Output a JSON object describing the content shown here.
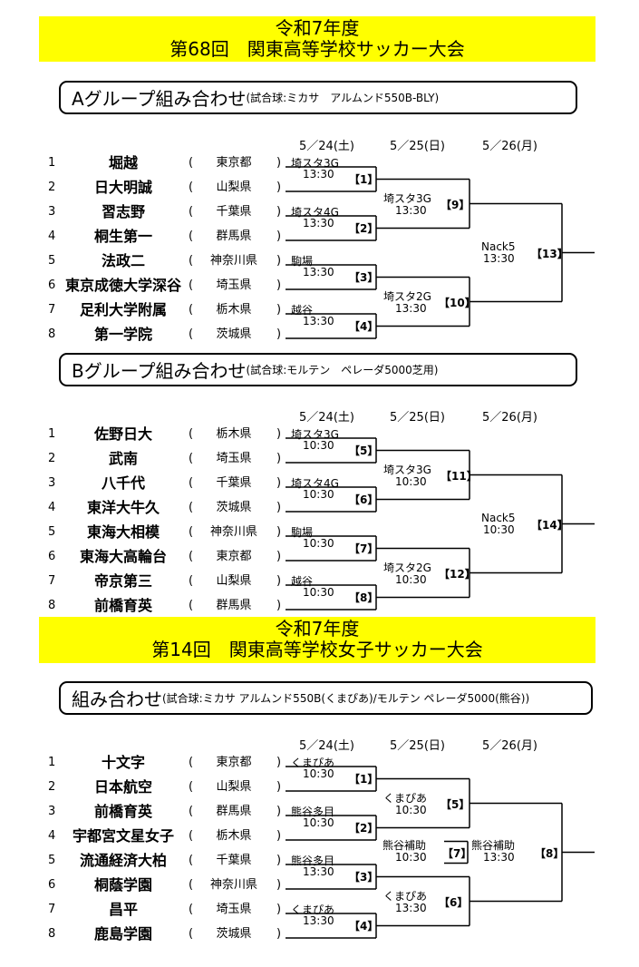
{
  "sections": [
    {
      "banner_line1": "令和7年度",
      "banner_line2": "第68回　関東高等学校サッカー大会",
      "groups": [
        {
          "title_big": "Aグループ組み合わせ",
          "title_small": "(試合球:ミカサ　アルムンド550B-BLY)",
          "dates": [
            "5／24(土)",
            "5／25(日)",
            "5／26(月)"
          ],
          "teams": [
            {
              "no": "1",
              "name": "堀越",
              "pref": "東京都"
            },
            {
              "no": "2",
              "name": "日大明誠",
              "pref": "山梨県"
            },
            {
              "no": "3",
              "name": "習志野",
              "pref": "千葉県"
            },
            {
              "no": "4",
              "name": "桐生第一",
              "pref": "群馬県"
            },
            {
              "no": "5",
              "name": "法政二",
              "pref": "神奈川県"
            },
            {
              "no": "6",
              "name": "東京成徳大学深谷",
              "pref": "埼玉県"
            },
            {
              "no": "7",
              "name": "足利大学附属",
              "pref": "栃木県"
            },
            {
              "no": "8",
              "name": "第一学院",
              "pref": "茨城県"
            }
          ],
          "r1": [
            {
              "venue": "埼スタ3G",
              "time": "13:30",
              "no": "【1】"
            },
            {
              "venue": "埼スタ4G",
              "time": "13:30",
              "no": "【2】"
            },
            {
              "venue": "駒場",
              "time": "13:30",
              "no": "【3】"
            },
            {
              "venue": "越谷",
              "time": "13:30",
              "no": "【4】"
            }
          ],
          "r2": [
            {
              "venue": "埼スタ3G",
              "time": "13:30",
              "no": "【9】"
            },
            {
              "venue": "埼スタ2G",
              "time": "13:30",
              "no": "【10】"
            }
          ],
          "r3": {
            "venue": "Nack5",
            "time": "13:30",
            "no": "【13】"
          }
        },
        {
          "title_big": "Bグループ組み合わせ",
          "title_small": "(試合球:モルテン　ペレーダ5000芝用)",
          "dates": [
            "5／24(土)",
            "5／25(日)",
            "5／26(月)"
          ],
          "teams": [
            {
              "no": "1",
              "name": "佐野日大",
              "pref": "栃木県"
            },
            {
              "no": "2",
              "name": "武南",
              "pref": "埼玉県"
            },
            {
              "no": "3",
              "name": "八千代",
              "pref": "千葉県"
            },
            {
              "no": "4",
              "name": "東洋大牛久",
              "pref": "茨城県"
            },
            {
              "no": "5",
              "name": "東海大相模",
              "pref": "神奈川県"
            },
            {
              "no": "6",
              "name": "東海大高輪台",
              "pref": "東京都"
            },
            {
              "no": "7",
              "name": "帝京第三",
              "pref": "山梨県"
            },
            {
              "no": "8",
              "name": "前橋育英",
              "pref": "群馬県"
            }
          ],
          "r1": [
            {
              "venue": "埼スタ3G",
              "time": "10:30",
              "no": "【5】"
            },
            {
              "venue": "埼スタ4G",
              "time": "10:30",
              "no": "【6】"
            },
            {
              "venue": "駒場",
              "time": "10:30",
              "no": "【7】"
            },
            {
              "venue": "越谷",
              "time": "10:30",
              "no": "【8】"
            }
          ],
          "r2": [
            {
              "venue": "埼スタ3G",
              "time": "10:30",
              "no": "【11】"
            },
            {
              "venue": "埼スタ2G",
              "time": "10:30",
              "no": "【12】"
            }
          ],
          "r3": {
            "venue": "Nack5",
            "time": "10:30",
            "no": "【14】"
          }
        }
      ]
    },
    {
      "banner_line1": "令和7年度",
      "banner_line2": "第14回　関東高等学校女子サッカー大会",
      "groups": [
        {
          "title_big": "組み合わせ",
          "title_small": "(試合球:ミカサ アルムンド550B(くまぴあ)/モルテン ペレーダ5000(熊谷))",
          "dates": [
            "5／24(土)",
            "5／25(日)",
            "5／26(月)"
          ],
          "teams": [
            {
              "no": "1",
              "name": "十文字",
              "pref": "東京都"
            },
            {
              "no": "2",
              "name": "日本航空",
              "pref": "山梨県"
            },
            {
              "no": "3",
              "name": "前橋育英",
              "pref": "群馬県"
            },
            {
              "no": "4",
              "name": "宇都宮文星女子",
              "pref": "栃木県"
            },
            {
              "no": "5",
              "name": "流通経済大柏",
              "pref": "千葉県"
            },
            {
              "no": "6",
              "name": "桐蔭学園",
              "pref": "神奈川県"
            },
            {
              "no": "7",
              "name": "昌平",
              "pref": "埼玉県"
            },
            {
              "no": "8",
              "name": "鹿島学園",
              "pref": "茨城県"
            }
          ],
          "r1": [
            {
              "venue": "くまぴあ",
              "time": "10:30",
              "no": "【1】"
            },
            {
              "venue": "熊谷多目",
              "time": "10:30",
              "no": "【2】"
            },
            {
              "venue": "熊谷多目",
              "time": "13:30",
              "no": "【3】"
            },
            {
              "venue": "くまぴあ",
              "time": "13:30",
              "no": "【4】"
            }
          ],
          "r2": [
            {
              "venue": "くまぴあ",
              "time": "10:30",
              "no": "【5】"
            },
            {
              "venue": "くまぴあ",
              "time": "13:30",
              "no": "【6】"
            }
          ],
          "r2b": {
            "venue": "熊谷補助",
            "time": "10:30",
            "no": "【7】"
          },
          "r3": {
            "venue": "熊谷補助",
            "time": "13:30",
            "no": "【8】"
          }
        }
      ]
    }
  ]
}
